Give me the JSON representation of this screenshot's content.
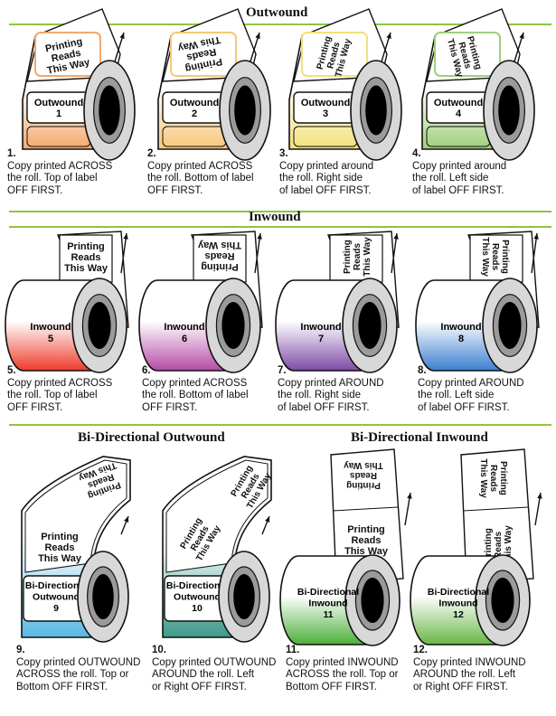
{
  "sections": {
    "outwound": "Outwound",
    "inwound": "Inwound",
    "bi_outwound": "Bi-Directional Outwound",
    "bi_inwound": "Bi-Directional Inwound"
  },
  "colors": {
    "rule": "#8cc63f",
    "roll_1": "#f5a86a",
    "roll_2": "#f7c779",
    "roll_3": "#f2e07a",
    "roll_4": "#9fcf7a",
    "roll_5": "#ee3b2b",
    "roll_6": "#b54aa6",
    "roll_7": "#7d4aa6",
    "roll_8": "#3a7fd0",
    "roll_9": "#59b8e3",
    "roll_10": "#3d9a8a",
    "roll_11": "#4caf3a",
    "roll_12": "#68b744"
  },
  "label_text": {
    "printing": "Printing",
    "reads": "Reads",
    "this_way": "This Way"
  },
  "rolls": [
    {
      "num": "1.",
      "name": "Outwound",
      "name2": "",
      "id": "1",
      "caption": [
        "Copy printed ACROSS",
        "the roll. Top of label",
        "OFF FIRST."
      ]
    },
    {
      "num": "2.",
      "name": "Outwound",
      "name2": "",
      "id": "2",
      "caption": [
        "Copy printed ACROSS",
        "the roll. Bottom of label",
        "OFF FIRST."
      ]
    },
    {
      "num": "3.",
      "name": "Outwound",
      "name2": "",
      "id": "3",
      "caption": [
        "Copy printed around",
        "the roll. Right side",
        "of label OFF FIRST."
      ]
    },
    {
      "num": "4.",
      "name": "Outwound",
      "name2": "",
      "id": "4",
      "caption": [
        "Copy printed around",
        "the roll. Left side",
        "of label OFF FIRST."
      ]
    },
    {
      "num": "5.",
      "name": "Inwound",
      "name2": "",
      "id": "5",
      "caption": [
        "Copy printed ACROSS",
        "the roll. Top of label",
        "OFF FIRST."
      ]
    },
    {
      "num": "6.",
      "name": "Inwound",
      "name2": "",
      "id": "6",
      "caption": [
        "Copy printed ACROSS",
        "the roll. Bottom of label",
        "OFF FIRST."
      ]
    },
    {
      "num": "7.",
      "name": "Inwound",
      "name2": "",
      "id": "7",
      "caption": [
        "Copy printed AROUND",
        "the roll. Right side",
        "of label OFF FIRST."
      ]
    },
    {
      "num": "8.",
      "name": "Inwound",
      "name2": "",
      "id": "8",
      "caption": [
        "Copy printed AROUND",
        "the roll. Left side",
        "of label OFF FIRST."
      ]
    },
    {
      "num": "9.",
      "name": "Bi-Directional",
      "name2": "Outwound",
      "id": "9",
      "caption": [
        "Copy printed OUTWOUND",
        "ACROSS the roll. Top or",
        "Bottom OFF FIRST."
      ]
    },
    {
      "num": "10.",
      "name": "Bi-Directional",
      "name2": "Outwound",
      "id": "10",
      "caption": [
        "Copy printed OUTWOUND",
        "AROUND the roll. Left",
        "or Right OFF FIRST."
      ]
    },
    {
      "num": "11.",
      "name": "Bi-Directional",
      "name2": "Inwound",
      "id": "11",
      "caption": [
        "Copy printed INWOUND",
        "ACROSS the roll. Top or",
        "Bottom OFF FIRST."
      ]
    },
    {
      "num": "12.",
      "name": "Bi-Directional",
      "name2": "Inwound",
      "id": "12",
      "caption": [
        "Copy printed INWOUND",
        "AROUND the roll. Left",
        "or Right OFF FIRST."
      ]
    }
  ]
}
